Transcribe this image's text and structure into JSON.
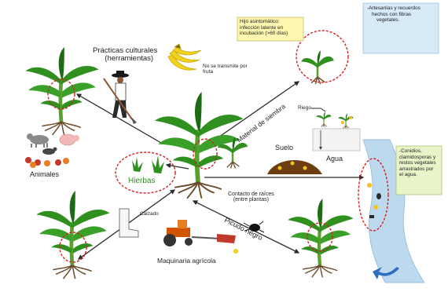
{
  "labels": {
    "practices_line1": "Prácticas culturales",
    "practices_line2": "(herramientas)",
    "fruit_note_line1": "No se transmite por",
    "fruit_note_line2": "fruta",
    "animals": "Animales",
    "weeds": "Hierbas",
    "boot": "Calzado",
    "machinery": "Maquinaria agrícola",
    "weevil": "Picudo negro",
    "root_contact_line1": "Contacto de raíces",
    "root_contact_line2": "(entre plantas)",
    "planting_material": "Material de siembra",
    "irrigation": "Riego",
    "soil": "Suelo",
    "water": "Agua"
  },
  "notes": {
    "sucker_lines": [
      "Hijo asintomático:",
      "infección latente en",
      "incubación (>60 días)"
    ],
    "crafts_lines": [
      "-Artesanías y recuerdos",
      "hechos con fibras",
      "vegetales."
    ],
    "conidia_lines": [
      "-Conidios,",
      "clamidosporas y",
      "restos vegetales",
      "arrastrados por",
      "el agua."
    ]
  },
  "colors": {
    "leaf": "#2f8f1f",
    "leaf_dark": "#1d6b14",
    "stem": "#5aa02c",
    "root": "#6b4a2a",
    "banana": "#f2d21b",
    "ring": "#d32020",
    "arrow": "#2b2b2b",
    "note_yellow": "#fdf7b0",
    "note_blue": "#d6eaf8",
    "note_green": "#e8f5c8",
    "river": "#bcd9ee",
    "soil": "#6b3d12"
  }
}
